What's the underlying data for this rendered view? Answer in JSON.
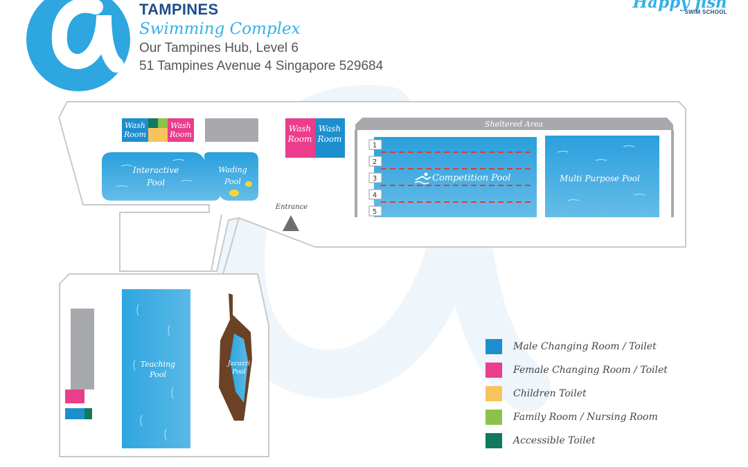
{
  "header": {
    "venue": "TAMPINES",
    "subtitle": "Swimming Complex",
    "address_line1": "Our Tampines Hub, Level 6",
    "address_line2": "51 Tampines Avenue 4 Singapore 529684"
  },
  "brand": {
    "name": "Happy fish",
    "tagline": "SWIM SCHOOL"
  },
  "map": {
    "wash_room_label": "Wash",
    "wash_room_label2": "Room",
    "interactive_pool": [
      "Interactive",
      "Pool"
    ],
    "wading_pool": [
      "Wading",
      "Pool"
    ],
    "entrance": "Entrance",
    "sheltered_area": "Sheltered Area",
    "competition_pool": "Competition Pool",
    "lanes": [
      "1",
      "2",
      "3",
      "4",
      "5"
    ],
    "multi_purpose_pool": "Multi Purpose Pool",
    "teaching_pool": [
      "Teaching",
      "Pool"
    ],
    "jacuzzi_pool": [
      "Jacuzzi",
      "Pool"
    ]
  },
  "legend": [
    {
      "label": "Male Changing Room / Toilet",
      "color": "#1e8fce"
    },
    {
      "label": "Female Changing Room / Toilet",
      "color": "#ea3d8b"
    },
    {
      "label": "Children Toilet",
      "color": "#f8c35c"
    },
    {
      "label": "Family Room / Nursing Room",
      "color": "#8bc34a"
    },
    {
      "label": "Accessible Toilet",
      "color": "#117a5e"
    }
  ],
  "colors": {
    "pool_blue": "#2ea6e0",
    "title_navy": "#1f4e8c",
    "wall_grey": "#a7a9ac",
    "jacuzzi_brown": "#6b4226"
  }
}
